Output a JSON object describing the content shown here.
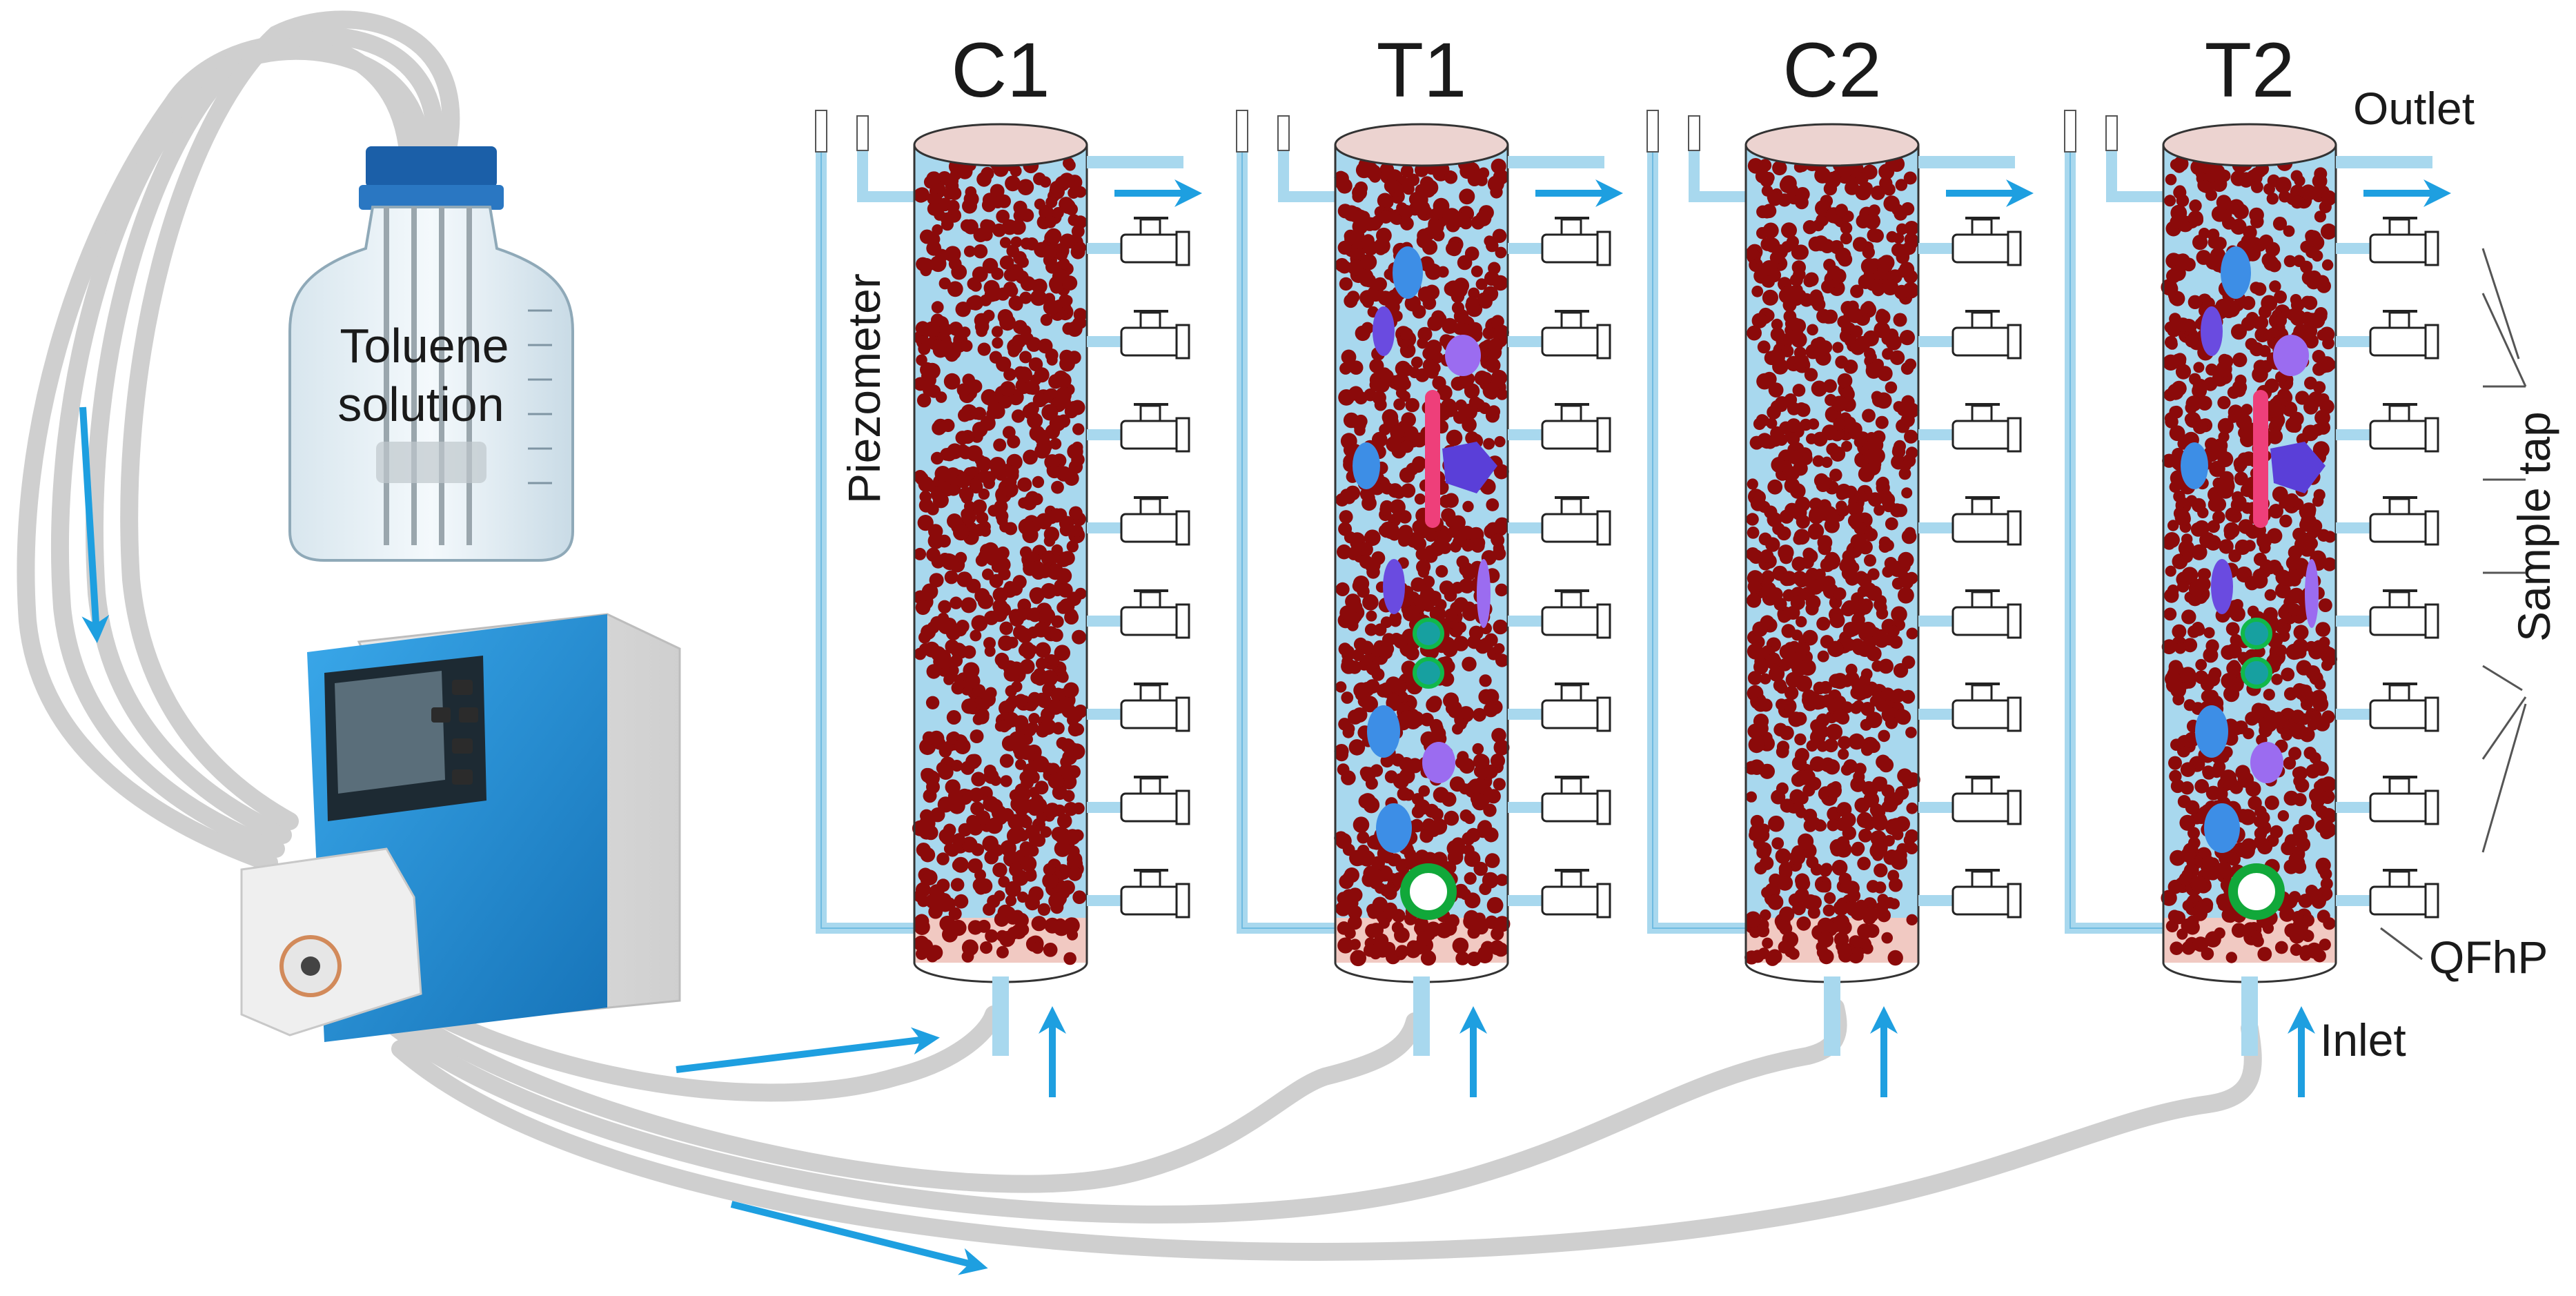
{
  "columns": [
    {
      "id": "C1",
      "label": "C1",
      "contaminated": false
    },
    {
      "id": "T1",
      "label": "T1",
      "contaminated": true
    },
    {
      "id": "C2",
      "label": "C2",
      "contaminated": false
    },
    {
      "id": "T2",
      "label": "T2",
      "contaminated": true
    }
  ],
  "labels": {
    "piezometer": "Piezometer",
    "outlet": "Outlet",
    "sample_tap": "Sample tap",
    "qfhp": "QFhP",
    "inlet": "Inlet",
    "bottle_line1": "Toluene",
    "bottle_line2": "solution"
  },
  "sample_taps_per_column": 8,
  "colors": {
    "water": "#a8d8ee",
    "water_edge": "#4aa8d8",
    "grain": "#8b0a0a",
    "arrow": "#1e9fe0",
    "tubing": "#cfcfcf",
    "pump_blue": "#1f8fd6",
    "cap_blue": "#1b5fa8"
  }
}
